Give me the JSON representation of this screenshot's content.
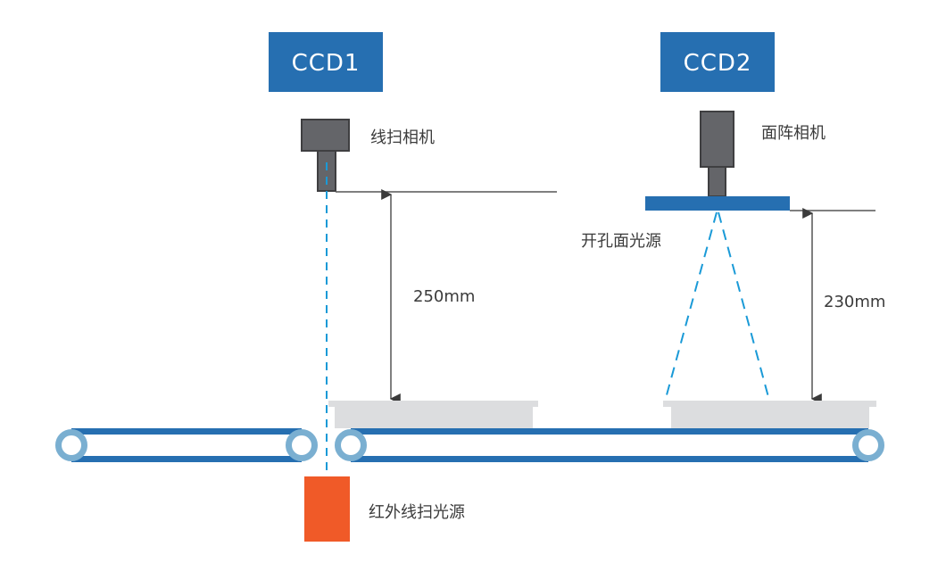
{
  "diagram": {
    "colors": {
      "brand_blue": "#266fb1",
      "roller_blue": "#7aafd1",
      "camera_gray": "#646569",
      "camera_border": "#3f3f41",
      "workpiece_gray": "#dcdddf",
      "beam_blue": "#1a9ad7",
      "ir_light_orange": "#f05a28",
      "dimension_line": "#555555",
      "text": "#3b3b3b"
    },
    "stations": [
      {
        "id": "ccd1",
        "badge": "CCD1",
        "camera_label": "线扫相机",
        "camera_type": "line-scan",
        "distance_label": "250mm",
        "light_label": "红外线扫光源"
      },
      {
        "id": "ccd2",
        "badge": "CCD2",
        "camera_label": "面阵相机",
        "camera_type": "area",
        "distance_label": "230mm",
        "light_label": "开孔面光源"
      }
    ]
  }
}
